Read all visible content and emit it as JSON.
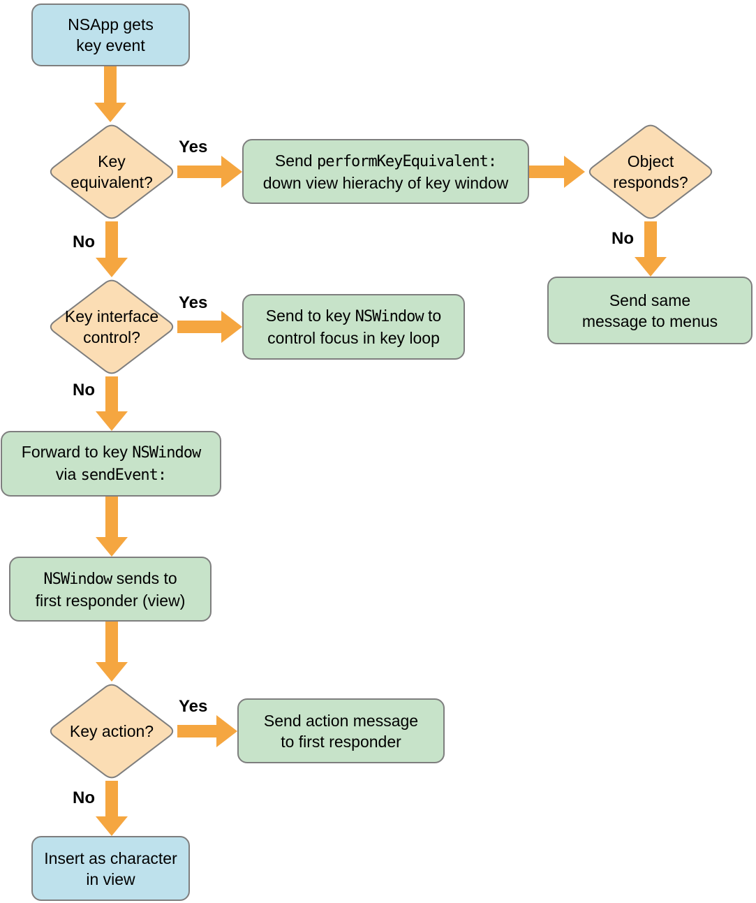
{
  "colors": {
    "box_blue": "#BEE1EC",
    "box_green": "#C7E3C9",
    "diamond_orange": "#FBDDB4",
    "border": "#7E7E7E",
    "arrow": "#F5A640",
    "text": "#000000"
  },
  "nodes": {
    "nsapp_gets_key_event": {
      "type": "terminal",
      "lines": [
        [
          {
            "t": "NSApp gets"
          }
        ],
        [
          {
            "t": "key event"
          }
        ]
      ]
    },
    "key_equivalent": {
      "type": "decision",
      "lines": [
        [
          {
            "t": "Key"
          }
        ],
        [
          {
            "t": "equivalent?"
          }
        ]
      ]
    },
    "send_perform_key_equivalent": {
      "type": "process",
      "lines": [
        [
          {
            "t": "Send "
          },
          {
            "t": "performKeyEquivalent:",
            "m": true
          }
        ],
        [
          {
            "t": "down view hierachy of key window"
          }
        ]
      ]
    },
    "object_responds": {
      "type": "decision",
      "lines": [
        [
          {
            "t": "Object"
          }
        ],
        [
          {
            "t": "responds?"
          }
        ]
      ]
    },
    "send_same_message_to_menus": {
      "type": "process",
      "lines": [
        [
          {
            "t": "Send same"
          }
        ],
        [
          {
            "t": "message to menus"
          }
        ]
      ]
    },
    "key_interface_control": {
      "type": "decision",
      "lines": [
        [
          {
            "t": "Key interface"
          }
        ],
        [
          {
            "t": "control?"
          }
        ]
      ]
    },
    "send_to_key_nswindow": {
      "type": "process",
      "lines": [
        [
          {
            "t": "Send to key "
          },
          {
            "t": "NSWindow",
            "m": true
          },
          {
            "t": " to"
          }
        ],
        [
          {
            "t": "control focus in key loop"
          }
        ]
      ]
    },
    "forward_to_key_nswindow": {
      "type": "process",
      "lines": [
        [
          {
            "t": "Forward to key "
          },
          {
            "t": "NSWindow",
            "m": true
          }
        ],
        [
          {
            "t": "via "
          },
          {
            "t": "sendEvent:",
            "m": true
          }
        ]
      ]
    },
    "nswindow_sends_to_first_responder": {
      "type": "process",
      "lines": [
        [
          {
            "t": "NSWindow",
            "m": true
          },
          {
            "t": " sends to"
          }
        ],
        [
          {
            "t": "first responder (view)"
          }
        ]
      ]
    },
    "key_action": {
      "type": "decision",
      "lines": [
        [
          {
            "t": "Key action?"
          }
        ]
      ]
    },
    "send_action_message": {
      "type": "process",
      "lines": [
        [
          {
            "t": "Send action message"
          }
        ],
        [
          {
            "t": "to first responder"
          }
        ]
      ]
    },
    "insert_as_character": {
      "type": "terminal",
      "lines": [
        [
          {
            "t": "Insert as character"
          }
        ],
        [
          {
            "t": "in view"
          }
        ]
      ]
    }
  },
  "labels": {
    "yes_key_equivalent": "Yes",
    "no_key_equivalent": "No",
    "no_object_responds": "No",
    "yes_key_interface": "Yes",
    "no_key_interface": "No",
    "yes_key_action": "Yes",
    "no_key_action": "No"
  }
}
